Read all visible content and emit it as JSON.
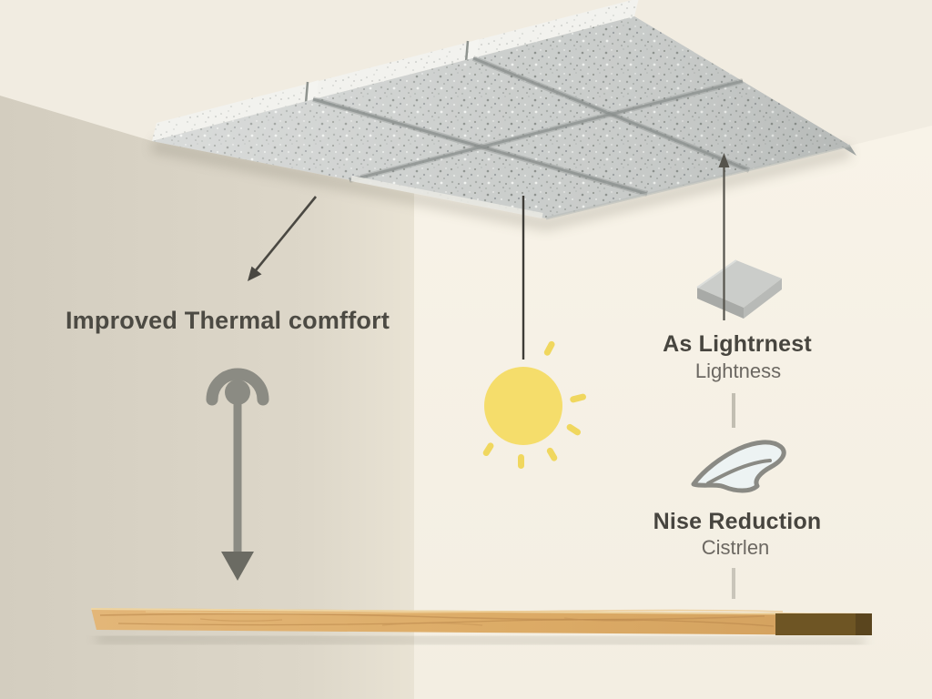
{
  "labels": {
    "thermal_comfort": "Improved Thermal comffort",
    "lightness_title": "As Lightrnest",
    "lightness_subtitle": "Lightness",
    "noise_title": "Nise Reduction",
    "noise_subtitle": "Cistrlen"
  },
  "icons": {
    "thermal": "down-arrow-icon",
    "daylight": "sun-icon",
    "lightness": "panel-tile-icon",
    "noise": "fabric-icon"
  },
  "colors": {
    "backdrop": "#f1ece1",
    "wall_left": "#d8d2c4",
    "wall_right": "#f7f2e7",
    "panel_surface": "#c8cbc9",
    "panel_bevel": "#f2f2ee",
    "seam": "#8f9492",
    "sun_yellow": "#f5dd6b",
    "arrow_gray": "#8b8b83",
    "arrowhead_gray": "#6b6b63",
    "wood": "#d9a968",
    "wood_end": "#6e5524",
    "text_dark": "#47453f",
    "text_muted": "#6c6862"
  }
}
